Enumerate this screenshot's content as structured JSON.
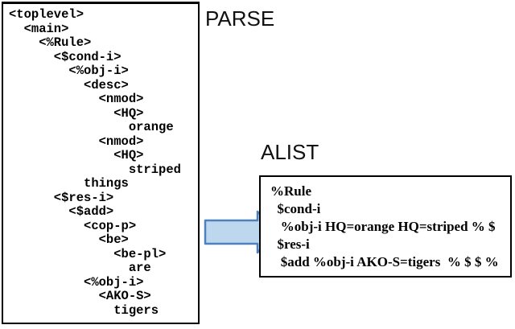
{
  "titles": {
    "parse": "PARSE",
    "alist": "ALIST"
  },
  "parse_tree": {
    "lines": [
      "<toplevel>",
      "  <main>",
      "    <%Rule>",
      "      <$cond-i>",
      "        <%obj-i>",
      "          <desc>",
      "            <nmod>",
      "              <HQ>",
      "                orange",
      "            <nmod>",
      "              <HQ>",
      "                striped",
      "          things",
      "      <$res-i>",
      "        <$add>",
      "          <cop-p>",
      "            <be>",
      "              <be-pl>",
      "                are",
      "          <%obj-i>",
      "            <AKO-S>",
      "              tigers"
    ]
  },
  "alist": {
    "lines": [
      "%Rule",
      "  $cond-i",
      "   %obj-i HQ=orange HQ=striped % $",
      "  $res-i",
      "   $add %obj-i AKO-S=tigers  % $ $ %"
    ]
  },
  "arrow": {
    "fill": "#bdd7ee",
    "stroke": "#4e81bd"
  }
}
